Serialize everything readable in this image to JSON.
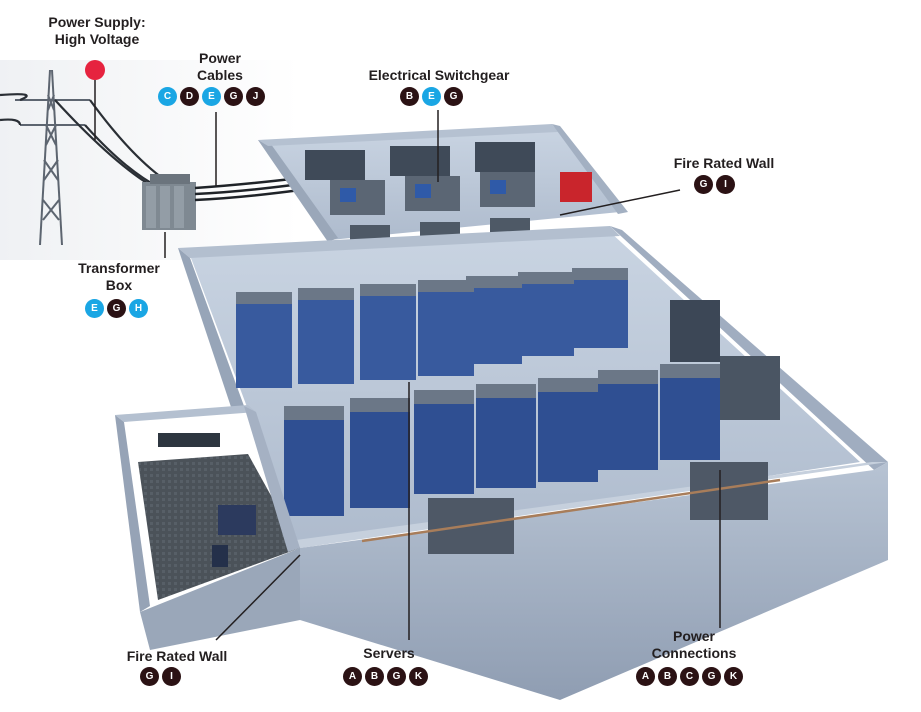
{
  "colors": {
    "badge_dark": "#2b1214",
    "badge_blue": "#1aa6e4",
    "power_dot": "#e6233f",
    "floor": "#b9c6d6",
    "wall": "#a9b6c8",
    "server_blue": "#2d4f9a"
  },
  "labels": {
    "power_supply": [
      "Power Supply:",
      "High Voltage"
    ],
    "power_cables": [
      "Power",
      "Cables"
    ],
    "switchgear": [
      "Electrical Switchgear"
    ],
    "fire_wall_top": [
      "Fire Rated Wall"
    ],
    "transformer": [
      "Transformer",
      "Box"
    ],
    "fire_wall_bottom": [
      "Fire Rated Wall"
    ],
    "servers": [
      "Servers"
    ],
    "power_connections": [
      "Power",
      "Connections"
    ]
  },
  "badges": {
    "power_cables": [
      {
        "t": "C",
        "c": "blue"
      },
      {
        "t": "D",
        "c": "dark"
      },
      {
        "t": "E",
        "c": "blue"
      },
      {
        "t": "G",
        "c": "dark"
      },
      {
        "t": "J",
        "c": "dark"
      }
    ],
    "switchgear": [
      {
        "t": "B",
        "c": "dark"
      },
      {
        "t": "E",
        "c": "blue"
      },
      {
        "t": "G",
        "c": "dark"
      }
    ],
    "fire_wall_top": [
      {
        "t": "G",
        "c": "dark"
      },
      {
        "t": "I",
        "c": "dark"
      }
    ],
    "transformer": [
      {
        "t": "E",
        "c": "blue"
      },
      {
        "t": "G",
        "c": "dark"
      },
      {
        "t": "H",
        "c": "blue"
      }
    ],
    "fire_wall_bottom": [
      {
        "t": "G",
        "c": "dark"
      },
      {
        "t": "I",
        "c": "dark"
      }
    ],
    "servers": [
      {
        "t": "A",
        "c": "dark"
      },
      {
        "t": "B",
        "c": "dark"
      },
      {
        "t": "G",
        "c": "dark"
      },
      {
        "t": "K",
        "c": "dark"
      }
    ],
    "power_connections": [
      {
        "t": "A",
        "c": "dark"
      },
      {
        "t": "B",
        "c": "dark"
      },
      {
        "t": "C",
        "c": "dark"
      },
      {
        "t": "G",
        "c": "dark"
      },
      {
        "t": "K",
        "c": "dark"
      }
    ]
  }
}
